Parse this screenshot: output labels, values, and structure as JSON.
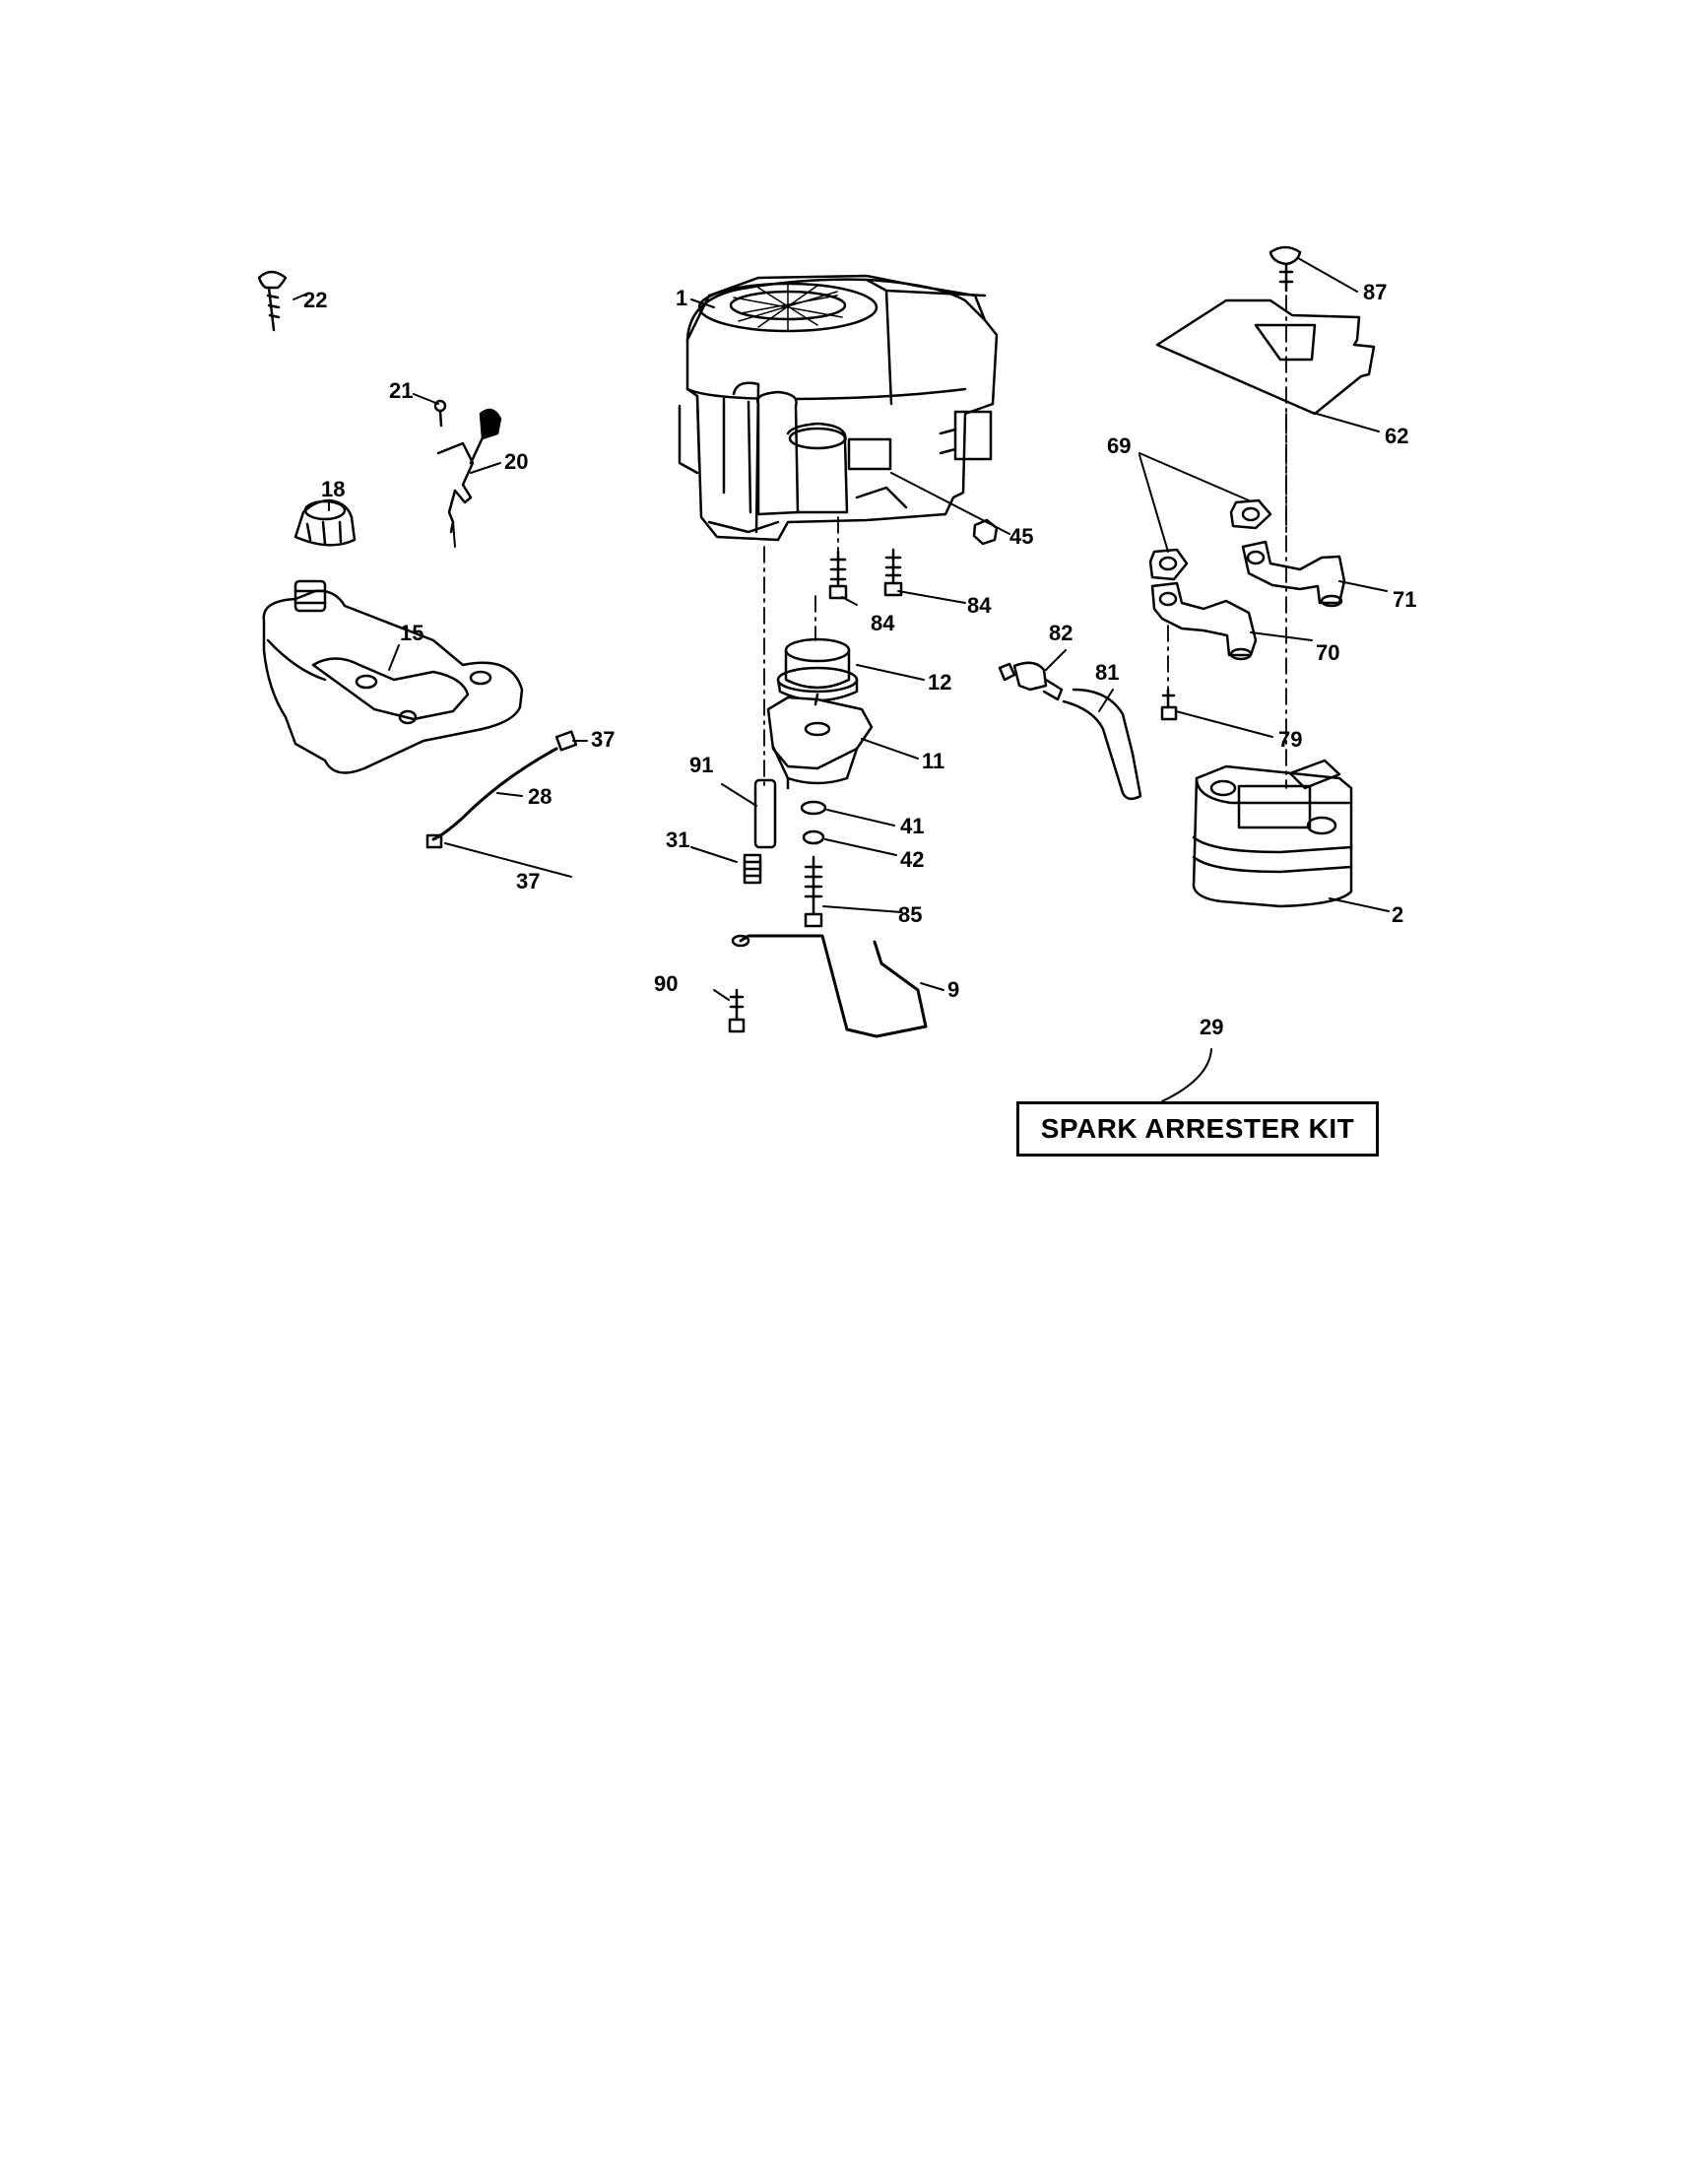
{
  "diagram": {
    "callouts": [
      {
        "id": "c1",
        "text": "1"
      },
      {
        "id": "c2",
        "text": "2"
      },
      {
        "id": "c9",
        "text": "9"
      },
      {
        "id": "c11",
        "text": "11"
      },
      {
        "id": "c12",
        "text": "12"
      },
      {
        "id": "c15",
        "text": "15"
      },
      {
        "id": "c18",
        "text": "18"
      },
      {
        "id": "c20",
        "text": "20"
      },
      {
        "id": "c21",
        "text": "21"
      },
      {
        "id": "c22",
        "text": "22"
      },
      {
        "id": "c28",
        "text": "28"
      },
      {
        "id": "c29",
        "text": "29"
      },
      {
        "id": "c31",
        "text": "31"
      },
      {
        "id": "c37a",
        "text": "37"
      },
      {
        "id": "c37b",
        "text": "37"
      },
      {
        "id": "c41",
        "text": "41"
      },
      {
        "id": "c42",
        "text": "42"
      },
      {
        "id": "c45",
        "text": "45"
      },
      {
        "id": "c62",
        "text": "62"
      },
      {
        "id": "c69",
        "text": "69"
      },
      {
        "id": "c70",
        "text": "70"
      },
      {
        "id": "c71",
        "text": "71"
      },
      {
        "id": "c79",
        "text": "79"
      },
      {
        "id": "c81",
        "text": "81"
      },
      {
        "id": "c82",
        "text": "82"
      },
      {
        "id": "c84a",
        "text": "84"
      },
      {
        "id": "c84b",
        "text": "84"
      },
      {
        "id": "c85",
        "text": "85"
      },
      {
        "id": "c87",
        "text": "87"
      },
      {
        "id": "c90",
        "text": "90"
      },
      {
        "id": "c91",
        "text": "91"
      }
    ],
    "kit_label": "SPARK ARRESTER KIT"
  }
}
